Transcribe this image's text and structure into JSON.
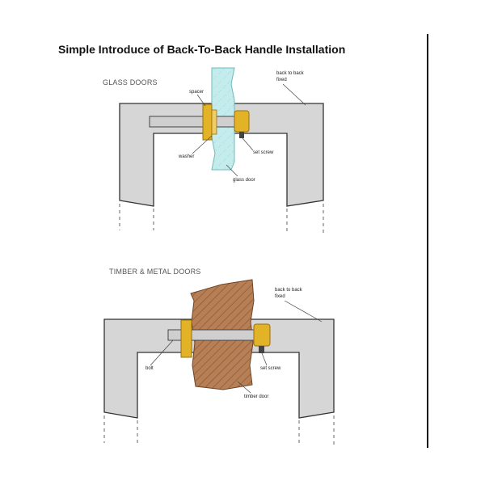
{
  "title": "Simple Introduce of Back-To-Back Handle Installation",
  "sections": {
    "glass": {
      "heading": "GLASS DOORS",
      "labels": {
        "back_to_back_line1": "back to back",
        "back_to_back_line2": "fixed",
        "spacer": "spacer",
        "washer": "washer",
        "set_screw": "set screw",
        "door": "glass door"
      }
    },
    "timber": {
      "heading": "TIMBER & METAL DOORS",
      "labels": {
        "back_to_back_line1": "back to back",
        "back_to_back_line2": "fixed",
        "bolt": "bolt",
        "set_screw": "set screw",
        "door": "timber door"
      }
    }
  },
  "colors": {
    "handle_fill": "#d6d6d6",
    "outline": "#333333",
    "glass_fill": "#c5ecec",
    "glass_stroke": "#7fc7c7",
    "timber_fill": "#b77f55",
    "brass": "#e2b227",
    "brass_dark": "#b78312",
    "bolt": "#cfcfcf"
  }
}
